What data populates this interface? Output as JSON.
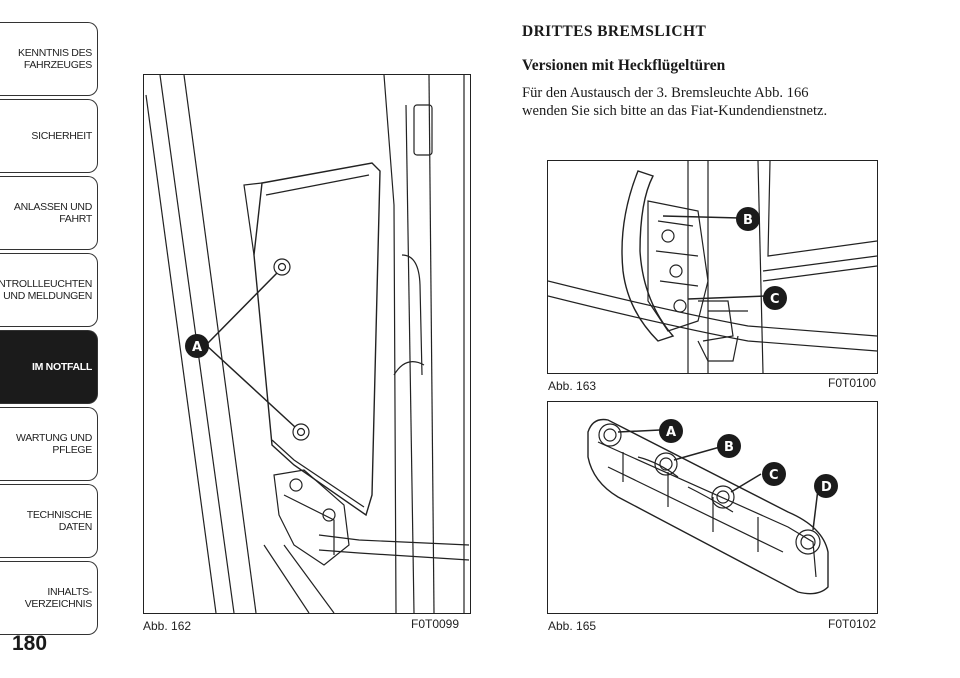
{
  "nav": {
    "tabs": [
      {
        "label": "KENNTNIS DES\nFAHRZEUGES",
        "active": false
      },
      {
        "label": "SICHERHEIT",
        "active": false
      },
      {
        "label": "ANLASSEN UND\nFAHRT",
        "active": false
      },
      {
        "label": "KONTROLLLEUCHTEN\nUND MELDUNGEN",
        "active": false
      },
      {
        "label": "IM NOTFALL",
        "active": true
      },
      {
        "label": "WARTUNG UND\nPFLEGE",
        "active": false
      },
      {
        "label": "TECHNISCHE DATEN",
        "active": false
      },
      {
        "label": "INHALTS-\nVERZEICHNIS",
        "active": false
      }
    ]
  },
  "page_number": "180",
  "section": {
    "heading": "DRITTES BREMSLICHT",
    "subheading": "Versionen mit Heckflügeltüren",
    "body_lines": [
      "Für den Austausch der 3. Bremsleuchte Abb. 166",
      "wenden Sie sich bitte an das Fiat-Kundendienstnetz."
    ]
  },
  "figures": {
    "fig162": {
      "caption": "Abb. 162",
      "code": "F0T0099",
      "labels": [
        "A"
      ]
    },
    "fig163": {
      "caption": "Abb. 163",
      "code": "F0T0100",
      "labels": [
        "B",
        "C"
      ]
    },
    "fig165": {
      "caption": "Abb. 165",
      "code": "F0T0102",
      "labels": [
        "A",
        "B",
        "C",
        "D"
      ]
    }
  },
  "colors": {
    "line": "#222222",
    "active_tab": "#1b1b1b",
    "label_fill": "#1b1b1b"
  }
}
